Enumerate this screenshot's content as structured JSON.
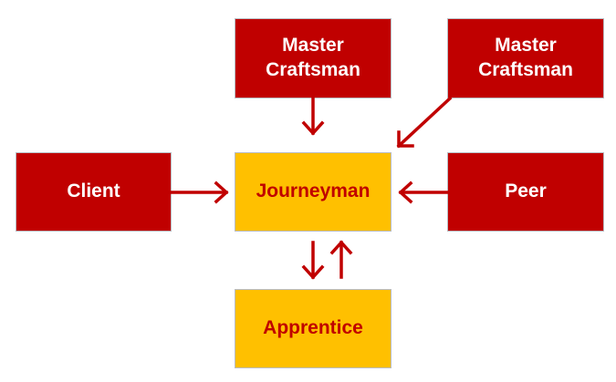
{
  "nodes": {
    "master_left": {
      "label": "Master\nCraftsman"
    },
    "master_right": {
      "label": "Master\nCraftsman"
    },
    "client": {
      "label": "Client"
    },
    "journeyman": {
      "label": "Journeyman"
    },
    "peer": {
      "label": "Peer"
    },
    "apprentice": {
      "label": "Apprentice"
    }
  },
  "edges": [
    {
      "from": "Master Craftsman (left)",
      "to": "Journeyman"
    },
    {
      "from": "Master Craftsman (right)",
      "to": "Journeyman"
    },
    {
      "from": "Client",
      "to": "Journeyman"
    },
    {
      "from": "Peer",
      "to": "Journeyman"
    },
    {
      "from": "Journeyman",
      "to": "Apprentice"
    },
    {
      "from": "Apprentice",
      "to": "Journeyman"
    }
  ],
  "colors": {
    "role_box": "#c00000",
    "highlight_box": "#ffc000",
    "highlight_text": "#c00000",
    "arrow": "#c00000"
  }
}
